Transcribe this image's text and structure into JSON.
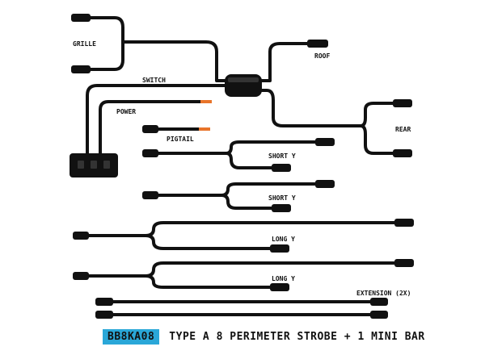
{
  "labels": {
    "grille": "GRILLE",
    "roof": "ROOF",
    "switch": "SWITCH",
    "power": "POWER",
    "pigtail": "PIGTAIL",
    "rear": "REAR",
    "short_y_1": "SHORT Y",
    "short_y_2": "SHORT Y",
    "long_y_1": "LONG Y",
    "long_y_2": "LONG Y",
    "extension": "EXTENSION (2X)"
  },
  "footer": {
    "part_number": "BB8KA08",
    "title": "TYPE A 8 PERIMETER STROBE + 1 MINI BAR"
  },
  "colors": {
    "wire": "#111111",
    "lead_orange": "#e8742a",
    "badge": "#2aa7d8"
  }
}
